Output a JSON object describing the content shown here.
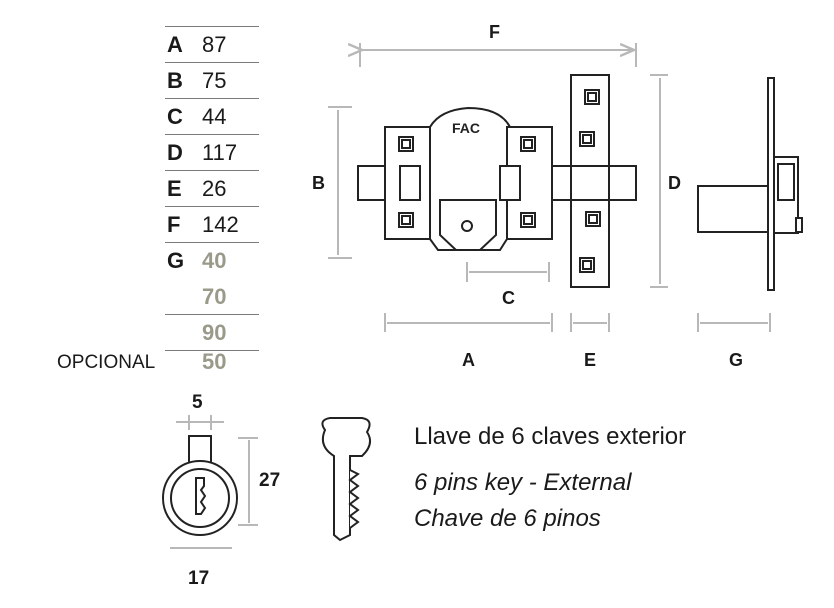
{
  "dimensions": [
    {
      "letter": "A",
      "value": "87"
    },
    {
      "letter": "B",
      "value": "75"
    },
    {
      "letter": "C",
      "value": "44"
    },
    {
      "letter": "D",
      "value": "117"
    },
    {
      "letter": "E",
      "value": "26"
    },
    {
      "letter": "F",
      "value": "142"
    },
    {
      "letter": "G",
      "value": "40"
    },
    {
      "letter": "",
      "value": "70"
    },
    {
      "letter": "",
      "value": "90"
    }
  ],
  "optional": {
    "label": "OPCIONAL",
    "value": "50"
  },
  "drawing_labels": {
    "F": "F",
    "B": "B",
    "D": "D",
    "C": "C",
    "A": "A",
    "E": "E",
    "G": "G"
  },
  "logo_text": "FAC",
  "cylinder": {
    "top": "5",
    "side": "27",
    "bottom": "17"
  },
  "key_caption": {
    "spanish": "Llave de 6 claves exterior",
    "english": "6 pins key - External",
    "portuguese": "Chave de 6 pinos"
  },
  "colors": {
    "line": "#222222",
    "dimline": "#b8b8b8",
    "grey_value": "#9a9a8a"
  }
}
